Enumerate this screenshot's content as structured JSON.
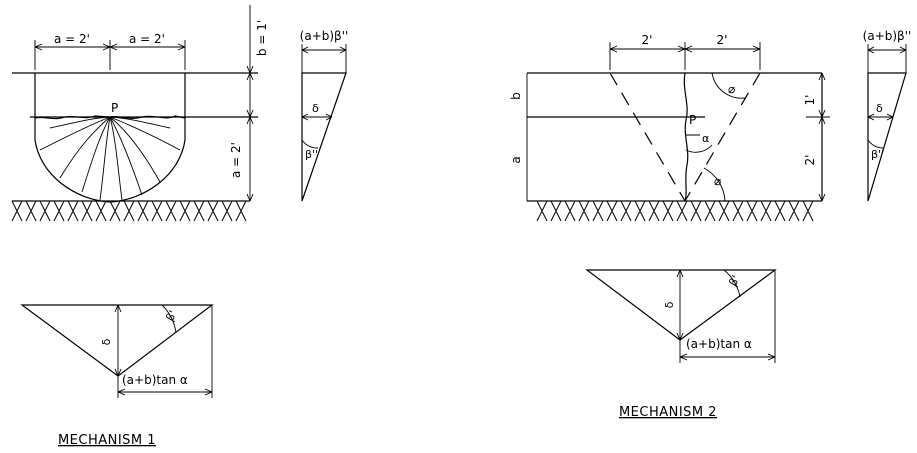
{
  "mechanism1": {
    "caption": "MECHANISM 1",
    "dim_a_left": "a = 2'",
    "dim_a_right": "a = 2'",
    "dim_b": "b = 1'",
    "dim_a_vertical": "a = 2'",
    "point_label": "P",
    "diagram_top_label": "(a+b)β''",
    "delta_label": "δ",
    "beta_label": "β''",
    "bottom_delta": "δ",
    "bottom_beta": "β'",
    "bottom_tan": "(a+b)tan α"
  },
  "mechanism2": {
    "caption": "MECHANISM 2",
    "dim_left": "2'",
    "dim_right": "2'",
    "label_b": "b",
    "label_a": "a",
    "dim_1": "1'",
    "dim_2": "2'",
    "point_label": "P",
    "alpha_label": "α",
    "phi_top": "⌀",
    "phi_bottom": "⌀",
    "diagram_top_label": "(a+b)β''",
    "delta_label": "δ",
    "beta_label": "β''",
    "bottom_delta": "δ",
    "bottom_beta": "β'",
    "bottom_tan": "(a+b)tan α"
  }
}
